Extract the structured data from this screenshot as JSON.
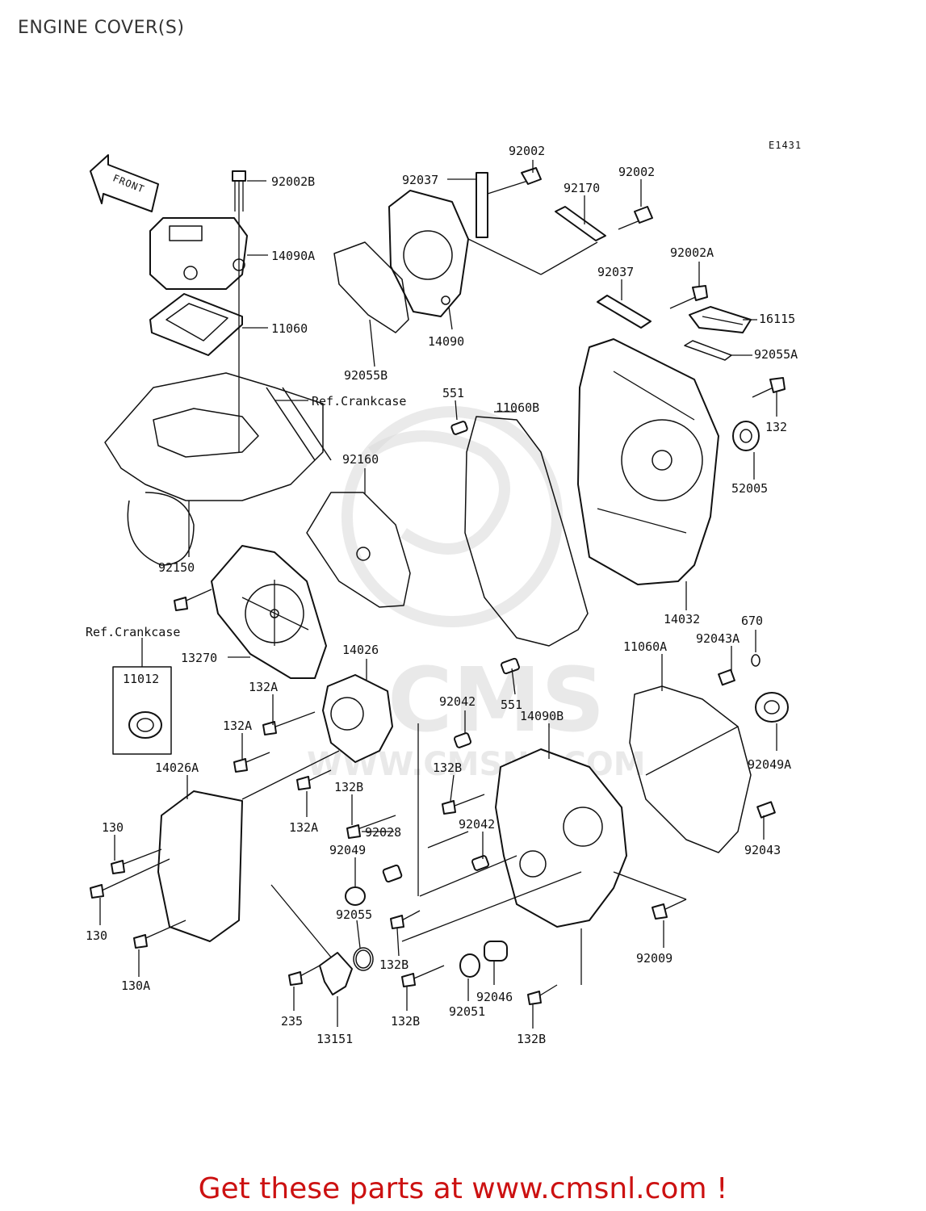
{
  "title": "ENGINE COVER(S)",
  "diagram_code": "E1431",
  "front_label": "FRONT",
  "watermark": {
    "text": "CMS",
    "url": "WWW.CMSNL.COM"
  },
  "labels": {
    "p92002B": "92002B",
    "p14090A": "14090A",
    "p11060": "11060",
    "refCrank1": "Ref.Crankcase",
    "p92037a": "92037",
    "p92002a": "92002",
    "p92170": "92170",
    "p92002b": "92002",
    "p14090": "14090",
    "p92055B": "92055B",
    "p92037b": "92037",
    "p92002A": "92002A",
    "p16115": "16115",
    "p92055A": "92055A",
    "p551a": "551",
    "p11060B": "11060B",
    "p132": "132",
    "p92160": "92160",
    "p52005": "52005",
    "p92150": "92150",
    "refCrank2": "Ref.Crankcase",
    "p14032": "14032",
    "p670": "670",
    "p13270": "13270",
    "p14026": "14026",
    "p11012": "11012",
    "p132Aa": "132A",
    "p11060A": "11060A",
    "p92043A": "92043A",
    "p92042a": "92042",
    "p551b": "551",
    "p14090B": "14090B",
    "p132Ab": "132A",
    "p14026A": "14026A",
    "p132Ba": "132B",
    "p92049A": "92049A",
    "p132Bb": "132B",
    "p132Ac": "132A",
    "p92042b": "92042",
    "p130a": "130",
    "p92028": "92028",
    "p92043": "92043",
    "p92049": "92049",
    "p130b": "130",
    "p92055": "92055",
    "p92009": "92009",
    "p130A": "130A",
    "p132Bc": "132B",
    "p92046": "92046",
    "p235": "235",
    "p132Bd": "132B",
    "p92051": "92051",
    "p13151": "13151",
    "p132Be": "132B"
  },
  "promo": "Get these parts at www.cmsnl.com !"
}
